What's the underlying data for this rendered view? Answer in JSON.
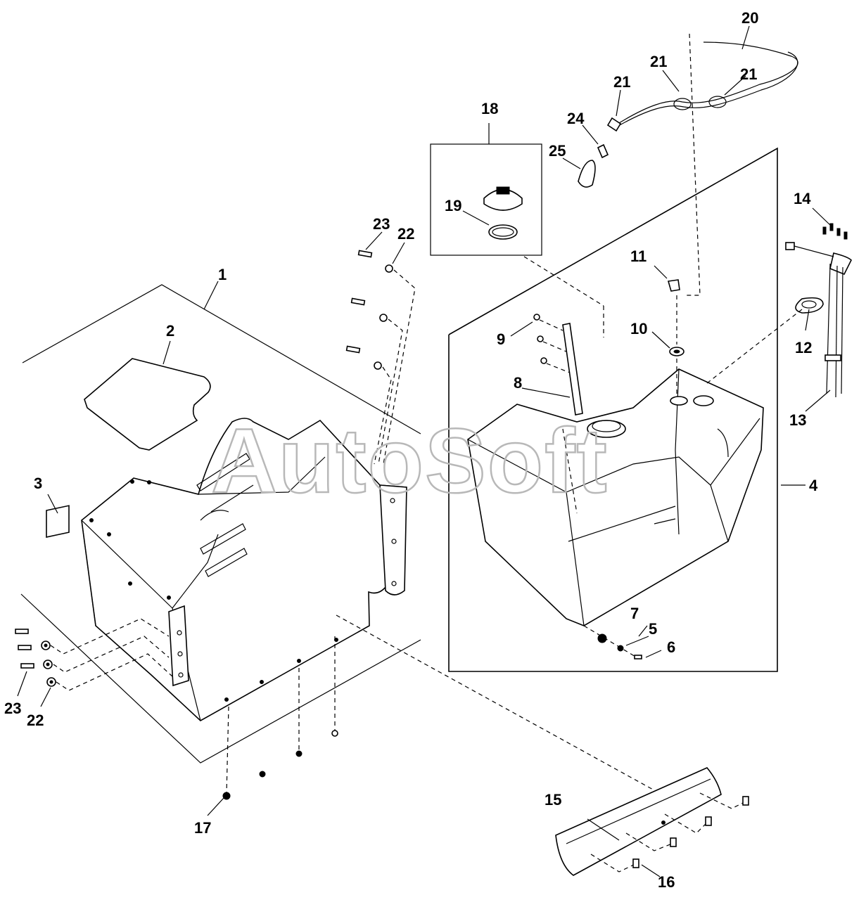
{
  "watermark": "AutoSoft",
  "callouts": {
    "c1": "1",
    "c2": "2",
    "c3": "3",
    "c4": "4",
    "c5": "5",
    "c6": "6",
    "c7": "7",
    "c8": "8",
    "c9": "9",
    "c10": "10",
    "c11": "11",
    "c12": "12",
    "c13": "13",
    "c14": "14",
    "c15": "15",
    "c16": "16",
    "c17": "17",
    "c18": "18",
    "c19": "19",
    "c20": "20",
    "c21a": "21",
    "c21b": "21",
    "c21c": "21",
    "c22a": "22",
    "c22b": "22",
    "c23a": "23",
    "c23b": "23",
    "c24": "24",
    "c25": "25"
  },
  "colors": {
    "line": "#000000",
    "background": "#ffffff",
    "watermark": "#b8b8b8"
  }
}
